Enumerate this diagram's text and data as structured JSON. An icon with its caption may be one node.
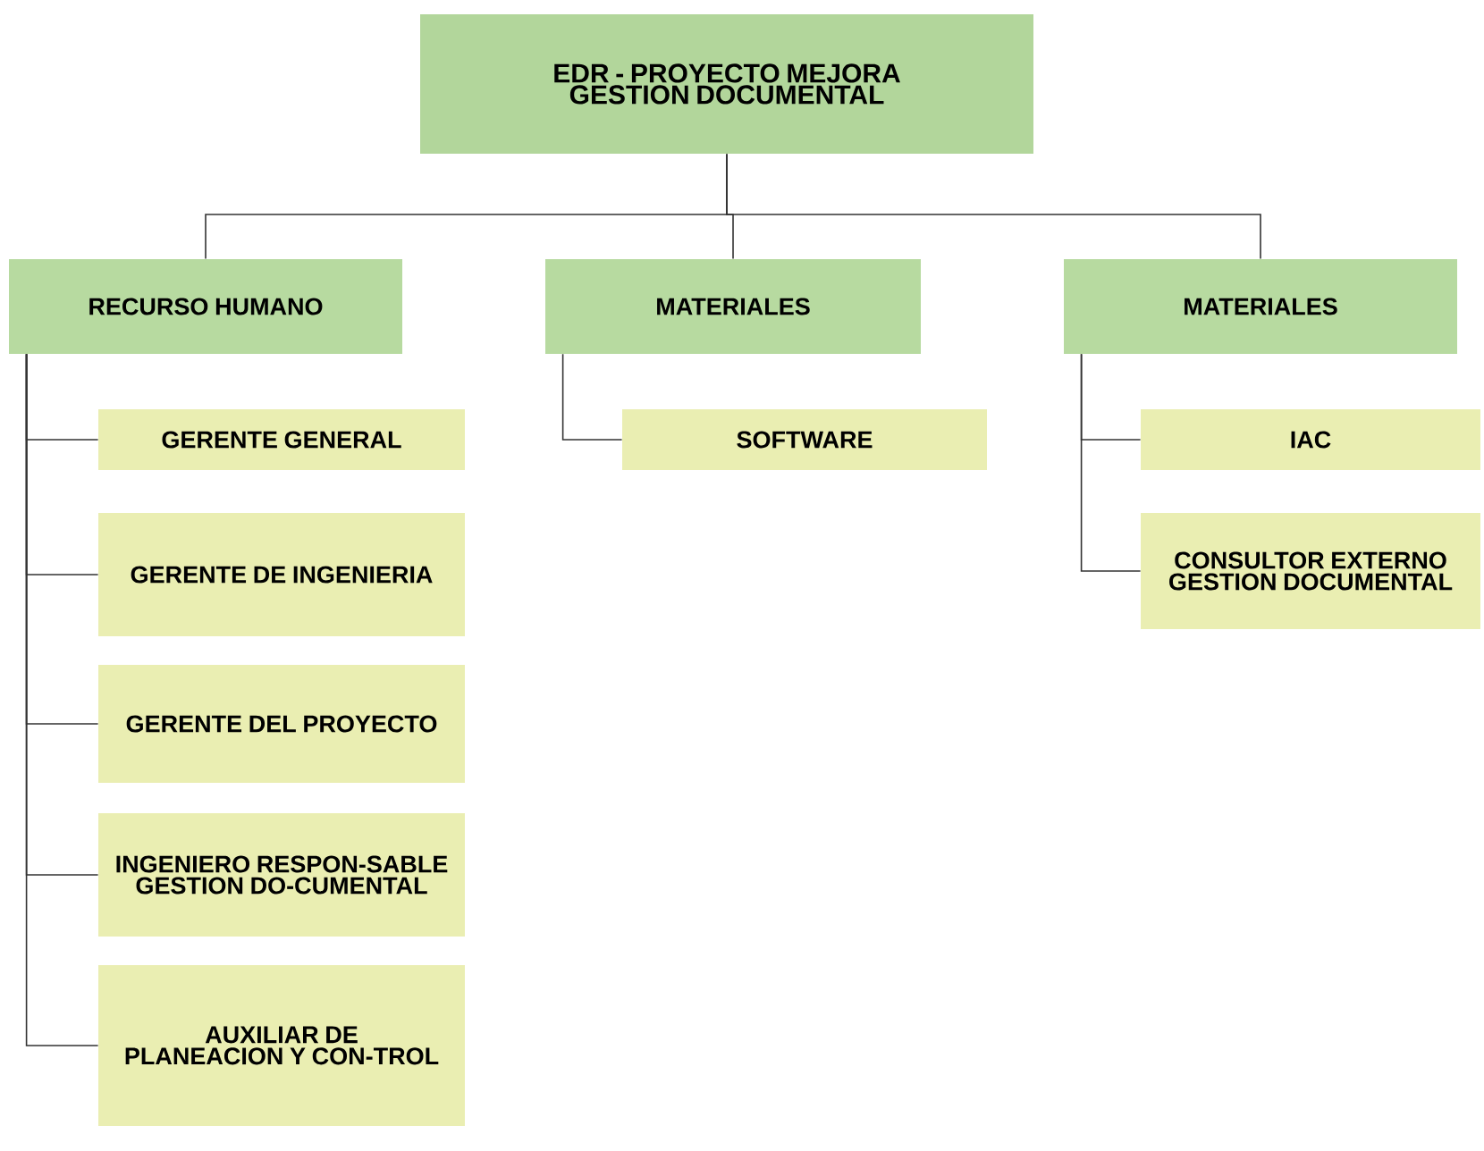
{
  "diagram": {
    "nodes": [
      {
        "text": [
          "EDR - PROYECTO MEJORA GESTION DOCUMENTAL"
        ]
      },
      {
        "text": [
          "RECURSO HUMANO"
        ]
      },
      {
        "text": [
          "MATERIALES"
        ]
      },
      {
        "text": [
          "MATERIALES"
        ]
      },
      {
        "text": [
          "GERENTE GENERAL"
        ]
      },
      {
        "text": [
          "GERENTE DE INGENIERIA"
        ]
      },
      {
        "text": [
          "GERENTE DEL PROYECTO"
        ]
      },
      {
        "text": [
          "INGENIERO RESPON-SABLE GESTION DO-CUMENTAL"
        ]
      },
      {
        "text": [
          "AUXILIAR DE PLANEACION Y CON-TROL"
        ]
      },
      {
        "text": [
          "SOFTWARE"
        ]
      },
      {
        "text": [
          "IAC"
        ]
      },
      {
        "text": [
          "CONSULTOR EXTERNO GESTION DOCUMENTAL"
        ]
      }
    ],
    "edges": [
      {
        "from": 0,
        "to": 1,
        "arrow": "none"
      },
      {
        "from": 0,
        "to": 2,
        "arrow": "none"
      },
      {
        "from": 0,
        "to": 3,
        "arrow": "none"
      },
      {
        "from": 1,
        "to": 4,
        "arrow": "none"
      },
      {
        "from": 1,
        "to": 5,
        "arrow": "none"
      },
      {
        "from": 1,
        "to": 6,
        "arrow": "none"
      },
      {
        "from": 1,
        "to": 7,
        "arrow": "none"
      },
      {
        "from": 1,
        "to": 8,
        "arrow": "none"
      },
      {
        "from": 2,
        "to": 9,
        "arrow": "none"
      },
      {
        "from": 3,
        "to": 10,
        "arrow": "none"
      },
      {
        "from": 3,
        "to": 11,
        "arrow": "none"
      }
    ]
  }
}
